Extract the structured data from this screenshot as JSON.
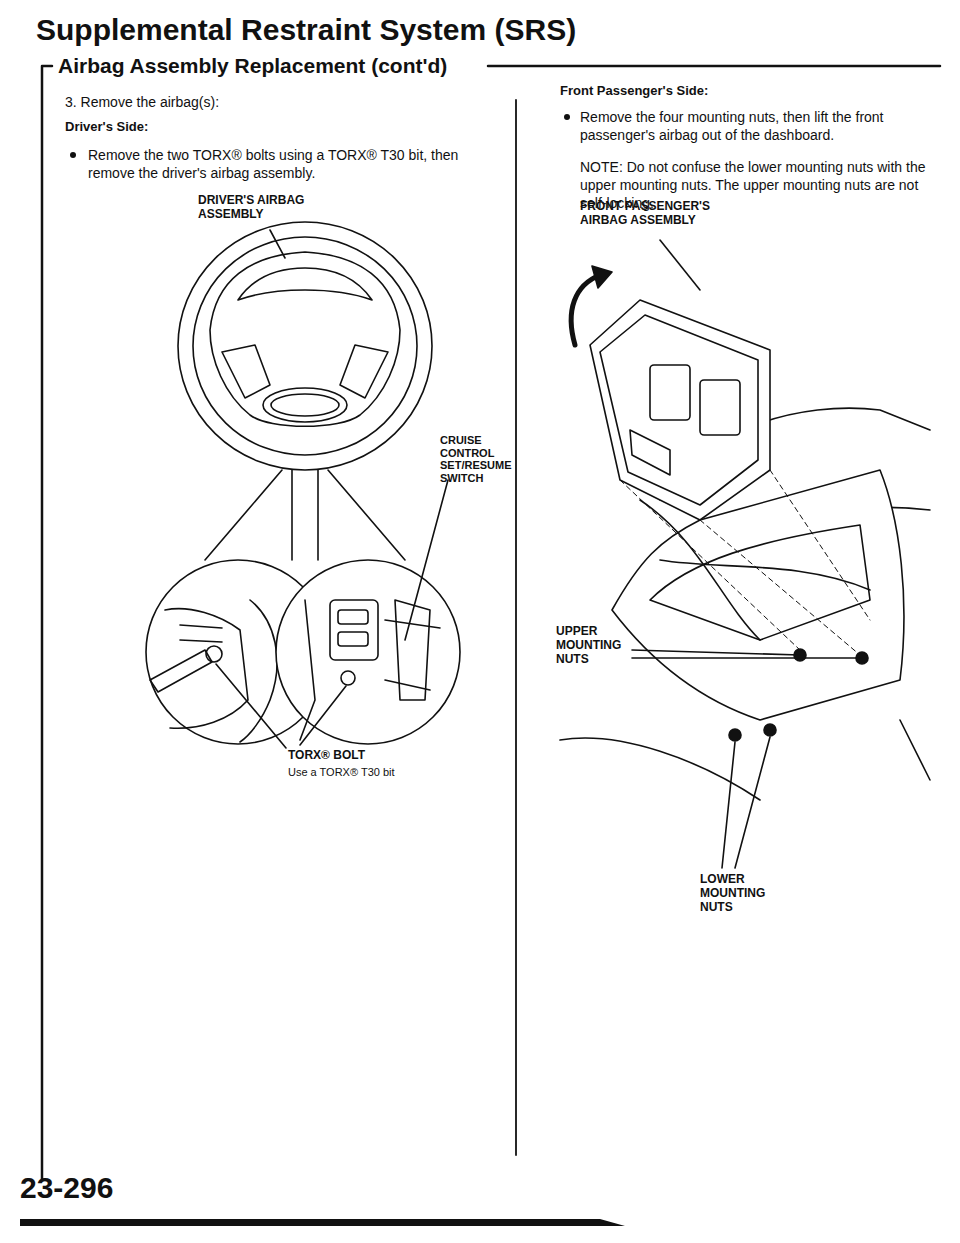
{
  "diagram": {
    "title": "Supplemental Restraint System (SRS)",
    "labels": [
      "Airbag Assembly Replacement (cont'd)",
      "3. Remove the airbag(s):",
      "Driver's Side:",
      "Remove the two TORX® bolts using a TORX® T30 bit, then remove the driver's airbag assembly.",
      "DRIVER'S AIRBAG ASSEMBLY",
      "CRUISE CONTROL SET/RESUME SWITCH",
      "TORX® BOLT",
      "Use a TORX® T30 bit",
      "Front Passenger's Side:",
      "Remove the four mounting nuts, then lift the front passenger's airbag out of the dashboard.",
      "NOTE: Do not confuse the lower mounting nuts with the upper mounting nuts. The upper mounting nuts are not self-locking.",
      "FRONT PASSENGER'S AIRBAG ASSEMBLY",
      "UPPER MOUNTING NUTS",
      "LOWER MOUNTING NUTS",
      "23-296"
    ]
  }
}
